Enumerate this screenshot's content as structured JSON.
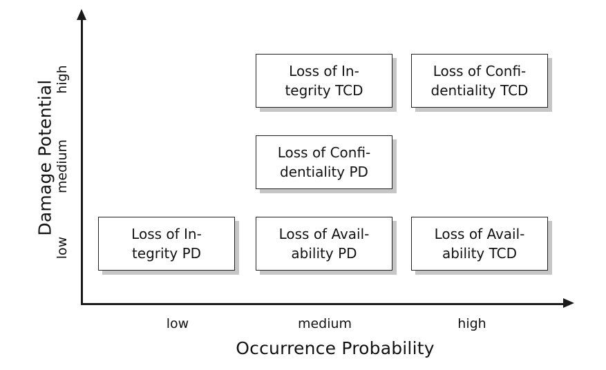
{
  "chart_data": {
    "type": "table",
    "title": "",
    "xlabel": "Occurrence Probability",
    "ylabel": "Damage Potential",
    "x_categories": [
      "low",
      "medium",
      "high"
    ],
    "y_categories": [
      "low",
      "medium",
      "high"
    ],
    "grid": false,
    "legend": "none",
    "cells": [
      {
        "x": "medium",
        "y": "high",
        "label": "Loss of In-\ntegrity TCD"
      },
      {
        "x": "high",
        "y": "high",
        "label": "Loss of Confi-\ndentiality TCD"
      },
      {
        "x": "medium",
        "y": "medium",
        "label": "Loss of Confi-\ndentiality PD"
      },
      {
        "x": "low",
        "y": "low",
        "label": "Loss of In-\ntegrity PD"
      },
      {
        "x": "medium",
        "y": "low",
        "label": "Loss of Avail-\nability PD"
      },
      {
        "x": "high",
        "y": "low",
        "label": "Loss of Avail-\nability TCD"
      }
    ],
    "empty_cells": [
      {
        "x": "low",
        "y": "high"
      },
      {
        "x": "low",
        "y": "medium"
      },
      {
        "x": "high",
        "y": "medium"
      }
    ]
  },
  "axes": {
    "y": {
      "title": "Damage Potential",
      "ticks": {
        "high": "high",
        "medium": "medium",
        "low": "low"
      }
    },
    "x": {
      "title": "Occurrence Probability",
      "ticks": {
        "low": "low",
        "medium": "medium",
        "high": "high"
      }
    }
  },
  "boxes": {
    "integrity_tcd": "Loss of In-\ntegrity TCD",
    "confidentiality_tcd": "Loss of Confi-\ndentiality TCD",
    "confidentiality_pd": "Loss of Confi-\ndentiality PD",
    "integrity_pd": "Loss of In-\ntegrity PD",
    "availability_pd": "Loss of Avail-\nability PD",
    "availability_tcd": "Loss of Avail-\nability TCD"
  },
  "colors": {
    "box_border": "#1f1f1f",
    "box_shadow": "#c6c6c6",
    "axis": "#1a1a1a",
    "text": "#111111",
    "background": "#ffffff"
  }
}
